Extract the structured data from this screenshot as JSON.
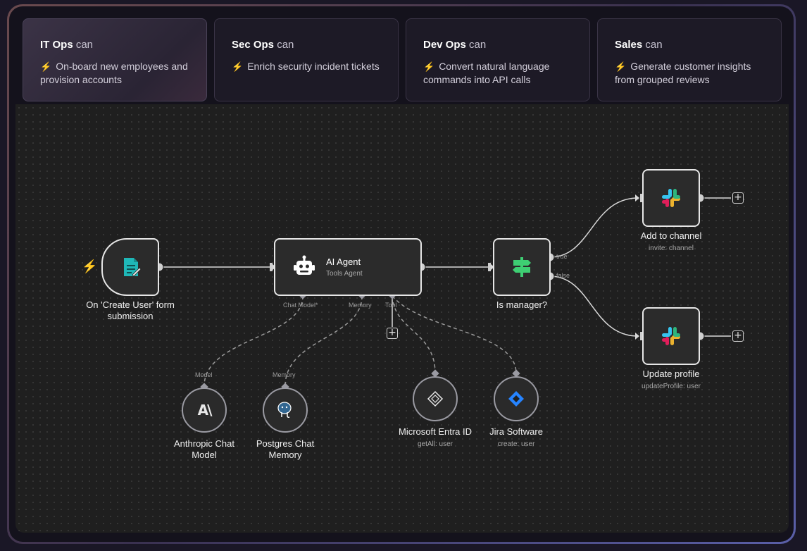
{
  "tabs": [
    {
      "team": "IT Ops",
      "can": "can",
      "desc": "On-board new employees and provision accounts"
    },
    {
      "team": "Sec Ops",
      "can": "can",
      "desc": "Enrich security incident tickets"
    },
    {
      "team": "Dev Ops",
      "can": "can",
      "desc": "Convert natural language commands into API calls"
    },
    {
      "team": "Sales",
      "can": "can",
      "desc": "Generate customer insights from grouped reviews"
    }
  ],
  "nodes": {
    "trigger": {
      "label": "On 'Create User' form submission",
      "icon": "form-icon"
    },
    "agent": {
      "title": "AI Agent",
      "subtitle": "Tools Agent",
      "icon": "robot-icon",
      "ports": {
        "chat_model": "Chat Model*",
        "memory": "Memory",
        "tool": "Tool"
      }
    },
    "if": {
      "label": "Is manager?",
      "icon": "signpost-icon",
      "true_label": "true",
      "false_label": "false"
    },
    "add_channel": {
      "label": "Add to channel",
      "sub": "invite: channel",
      "icon": "slack-icon"
    },
    "update_profile": {
      "label": "Update profile",
      "sub": "updateProfile: user",
      "icon": "slack-icon"
    },
    "anthropic": {
      "label": "Anthropic Chat Model",
      "port": "Model",
      "icon": "anthropic-icon"
    },
    "postgres": {
      "label": "Postgres Chat Memory",
      "port": "Memory",
      "icon": "postgres-icon"
    },
    "entra": {
      "label": "Microsoft Entra ID",
      "sub": "getAll: user",
      "icon": "entra-icon"
    },
    "jira": {
      "label": "Jira Software",
      "sub": "create: user",
      "icon": "jira-icon"
    }
  },
  "colors": {
    "accent": "#ff6d3a",
    "node_border": "#e6e6e6",
    "canvas": "#1f1f1f"
  }
}
